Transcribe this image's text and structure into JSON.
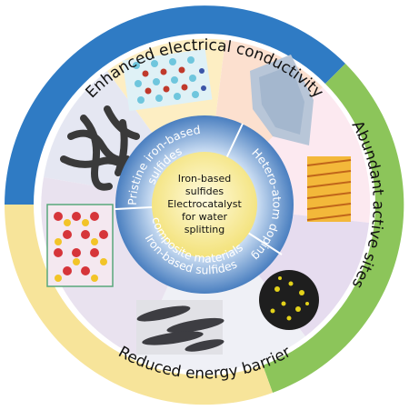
{
  "colors": {
    "blue_band": "#2f7bc4",
    "green_band": "#8cc55a",
    "yellow_band": "#f7e49a",
    "mid_ring": "#5f8fc8",
    "core": "#fff6b2"
  },
  "outer_labels": {
    "top": "Enhanced electrical conductivity",
    "right": "Abundant active sites",
    "bottom": "Reduced energy barrier"
  },
  "middle_labels": {
    "upper_left": "Pristine iron-based",
    "upper_left_2": "sulfides",
    "right": "Hetero-atom doping",
    "lower_left": "Iron-based sulfides",
    "lower_left_2": "composite materials"
  },
  "core": {
    "line1": "Iron-based",
    "line2": "sulfides",
    "line3": "Electrocatalyst",
    "line4": "for water",
    "line5": "splitting"
  },
  "images": [
    {
      "name": "nanoweb-sem-image"
    },
    {
      "name": "crystal-lattice-image"
    },
    {
      "name": "nanosheet-sem-image"
    },
    {
      "name": "layered-crystal-image"
    },
    {
      "name": "nanosphere-image"
    },
    {
      "name": "nanorod-composite-image"
    },
    {
      "name": "doped-structure-image"
    }
  ]
}
